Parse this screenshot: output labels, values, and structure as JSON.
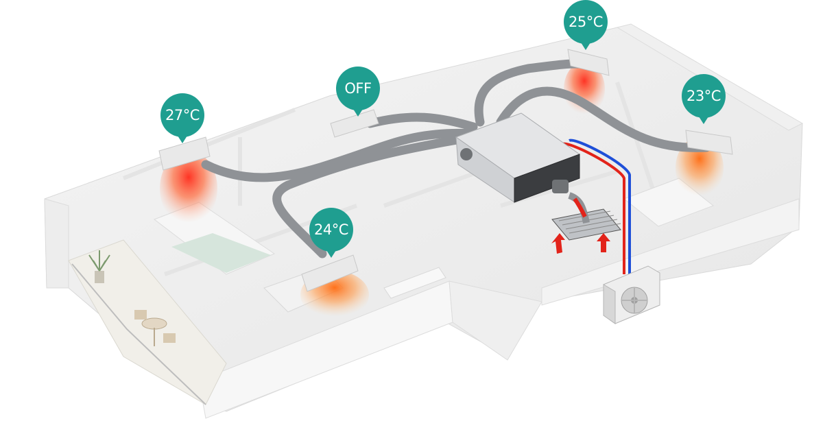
{
  "colors": {
    "zone_marker": "#1f9e90",
    "marker_text": "#ffffff",
    "duct": "#8f9296",
    "warm_air": "#ff5a3c",
    "supply_line": "#e2231a",
    "return_line": "#1e4fd8"
  },
  "zones": [
    {
      "id": "bedroom-left",
      "label": "27°C"
    },
    {
      "id": "hallway",
      "label": "OFF"
    },
    {
      "id": "living-room",
      "label": "24°C"
    },
    {
      "id": "bedroom-top-right",
      "label": "25°C"
    },
    {
      "id": "bedroom-right",
      "label": "23°C"
    }
  ],
  "icons": [
    "air-handler-icon",
    "outdoor-unit-icon",
    "return-air-filter-icon",
    "airflow-arrow-icon"
  ]
}
